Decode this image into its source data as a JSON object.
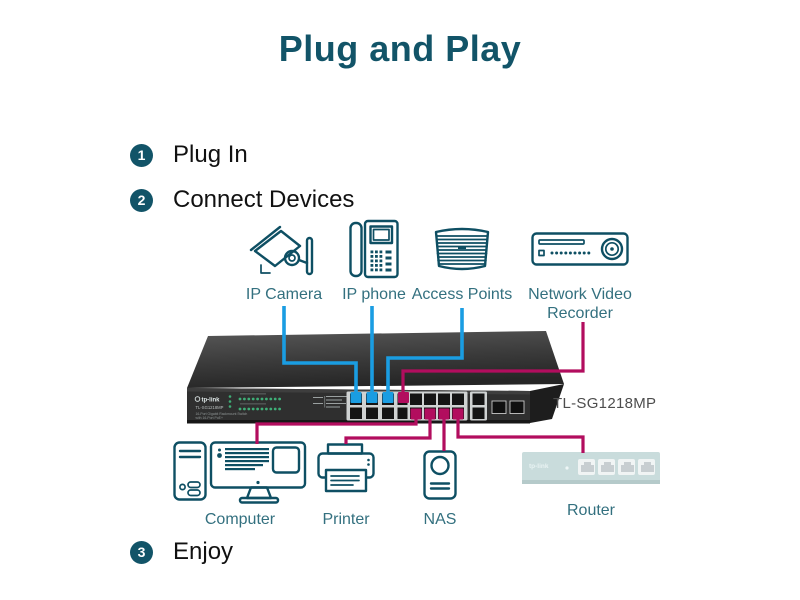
{
  "title": "Plug and Play",
  "colors": {
    "accent_teal": "#125468",
    "icon_teal": "#0e4f63",
    "label_teal": "#33707f",
    "cable_blue": "#1a9de2",
    "cable_magenta": "#b20d5e",
    "text_dark": "#111111",
    "model_gray": "#4d4d4d",
    "led_green": "#3fae77",
    "router_body": "#c9dcdc"
  },
  "steps": [
    {
      "num": "1",
      "label": "Plug In"
    },
    {
      "num": "2",
      "label": "Connect Devices"
    },
    {
      "num": "3",
      "label": "Enjoy"
    }
  ],
  "devices": {
    "top": [
      {
        "label": "IP Camera"
      },
      {
        "label": "IP phone"
      },
      {
        "label": "Access Points"
      },
      {
        "label": "Network Video Recorder"
      }
    ],
    "bottom": [
      {
        "label": "Computer"
      },
      {
        "label": "Printer"
      },
      {
        "label": "NAS"
      },
      {
        "label": "Router"
      }
    ]
  },
  "switch": {
    "model_label": "TL-SG1218MP",
    "panel": {
      "brand": "tp-link",
      "model": "TL-SG1218MP",
      "desc_line1": "16-Port Gigabit Rackmount Switch",
      "desc_line2": "with 16-Port PoE+"
    }
  },
  "router": {
    "brand": "tp-link"
  }
}
